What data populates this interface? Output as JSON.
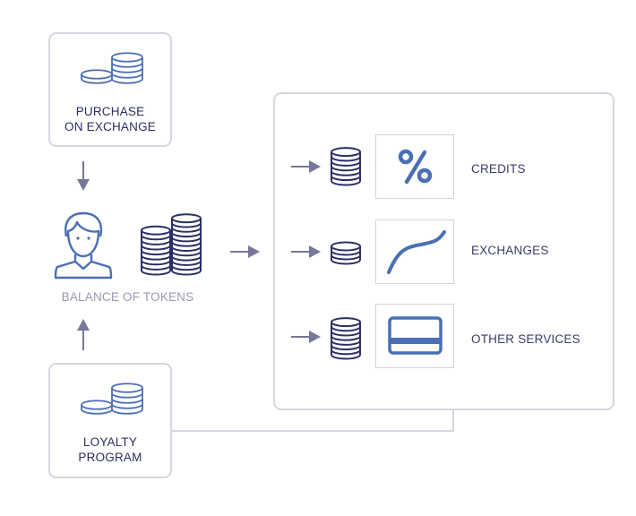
{
  "sources": [
    {
      "label_lines": [
        "PURCHASE",
        "ON EXCHANGE"
      ]
    },
    {
      "label_lines": [
        "LOYALTY",
        "PROGRAM"
      ]
    }
  ],
  "balance_label": "BALANCE OF TOKENS",
  "services": [
    {
      "label": "CREDITS",
      "icon": "percent-icon"
    },
    {
      "label": "EXCHANGES",
      "icon": "growth-curve-icon"
    },
    {
      "label": "OTHER SERVICES",
      "icon": "credit-card-icon"
    }
  ],
  "colors": {
    "navy": "#2b2f63",
    "blue": "#4a6fb5",
    "arrow": "#77779a",
    "border": "#d6d6e0",
    "muted": "#9a9ab2"
  }
}
